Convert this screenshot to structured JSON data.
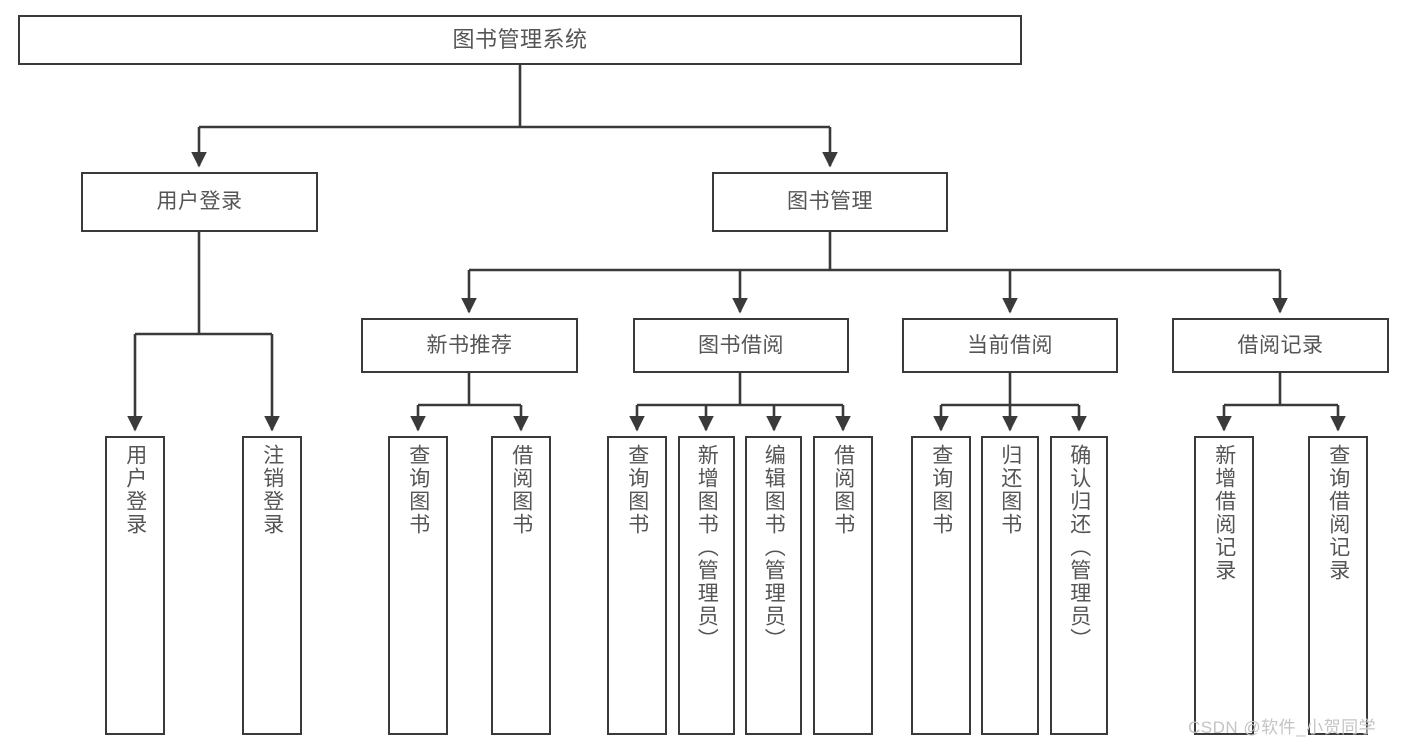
{
  "diagram": {
    "type": "tree",
    "title": "图书管理系统",
    "orientation": "top-down",
    "line_color": "#3a3a3a",
    "box_border_color": "#3a3a3a",
    "box_fill_color": "#ffffff",
    "text_color": "#555555"
  },
  "root": {
    "label": "图书管理系统"
  },
  "level1": [
    {
      "label": "用户登录"
    },
    {
      "label": "图书管理"
    }
  ],
  "level2": [
    {
      "label": "新书推荐"
    },
    {
      "label": "图书借阅"
    },
    {
      "label": "当前借阅"
    },
    {
      "label": "借阅记录"
    }
  ],
  "leaves": {
    "user_login": [
      {
        "label": "用户登录"
      },
      {
        "label": "注销登录"
      }
    ],
    "new_book_recommend": [
      {
        "label": "查询图书"
      },
      {
        "label": "借阅图书"
      }
    ],
    "book_borrow": [
      {
        "label": "查询图书"
      },
      {
        "label": "新增图书（管理员）"
      },
      {
        "label": "编辑图书（管理员）"
      },
      {
        "label": "借阅图书"
      }
    ],
    "current_borrow": [
      {
        "label": "查询图书"
      },
      {
        "label": "归还图书"
      },
      {
        "label": "确认归还（管理员）"
      }
    ],
    "borrow_record": [
      {
        "label": "新增借阅记录"
      },
      {
        "label": "查询借阅记录"
      }
    ]
  },
  "watermark": {
    "text": "CSDN @软件_小贺同学"
  }
}
